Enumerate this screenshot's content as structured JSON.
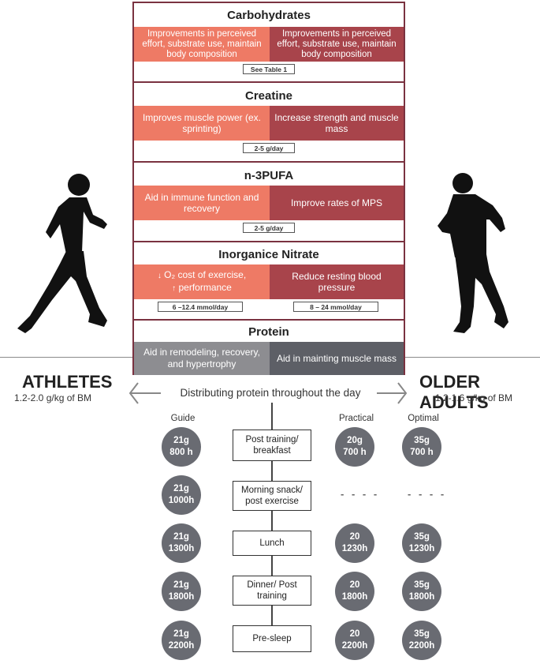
{
  "carbohydrates": {
    "title": "Carbohydrates",
    "athletes": "Improvements in perceived effort, substrate use, maintain body composition",
    "older": "Improvements in perceived effort, substrate use, maintain body composition",
    "dose": "See Table 1"
  },
  "creatine": {
    "title": "Creatine",
    "athletes": "Improves muscle power (ex. sprinting)",
    "older": "Increase strength and muscle mass",
    "dose": "2-5 g/day"
  },
  "n3pufa": {
    "title": "n-3PUFA",
    "athletes": "Aid in immune function and recovery",
    "older": "Improve rates of MPS",
    "dose": "2-5 g/day"
  },
  "nitrate": {
    "title": "Inorganice Nitrate",
    "athletes_line1": "O₂ cost of exercise,",
    "athletes_line2": "performance",
    "athletes_arrow_down": "↓",
    "athletes_arrow_up": "↑",
    "older": "Reduce resting blood pressure",
    "dose_athletes": "6 –12.4 mmol/day",
    "dose_older": "8 – 24 mmol/day"
  },
  "protein": {
    "title": "Protein",
    "athletes": "Aid in remodeling, recovery, and hypertrophy",
    "older": "Aid in mainting muscle mass"
  },
  "athletes": {
    "title": "ATHLETES",
    "dose": "1.2-2.0 g/kg of BM"
  },
  "older_adults": {
    "title": "OLDER ADULTS",
    "dose": "1.2-1.6 g/kg of BM"
  },
  "distribution": {
    "heading": "Distributing protein throughout the day",
    "col_guide": "Guide",
    "col_practical": "Practical",
    "col_optimal": "Optimal",
    "rows": [
      {
        "meal": "Post training/ breakfast",
        "guide_amount": "21g",
        "guide_time": "800 h",
        "practical_amount": "20g",
        "practical_time": "700 h",
        "optimal_amount": "35g",
        "optimal_time": "700 h"
      },
      {
        "meal": "Morning snack/ post exercise",
        "guide_amount": "21g",
        "guide_time": "1000h",
        "practical_dash": "- - - -",
        "optimal_dash": "- - - -"
      },
      {
        "meal": "Lunch",
        "guide_amount": "21g",
        "guide_time": "1300h",
        "practical_amount": "20",
        "practical_time": "1230h",
        "optimal_amount": "35g",
        "optimal_time": "1230h"
      },
      {
        "meal": "Dinner/ Post training",
        "guide_amount": "21g",
        "guide_time": "1800h",
        "practical_amount": "20",
        "practical_time": "1800h",
        "optimal_amount": "35g",
        "optimal_time": "1800h"
      },
      {
        "meal": "Pre-sleep",
        "guide_amount": "21g",
        "guide_time": "2200h",
        "practical_amount": "20",
        "practical_time": "2200h",
        "optimal_amount": "35g",
        "optimal_time": "2200h"
      }
    ]
  },
  "colors": {
    "border": "#7a3240",
    "athlete_cell": "#ee7a65",
    "older_cell": "#a8444b",
    "protein_left": "#8d8d91",
    "protein_right": "#5d5f66",
    "circle": "#696b72"
  }
}
